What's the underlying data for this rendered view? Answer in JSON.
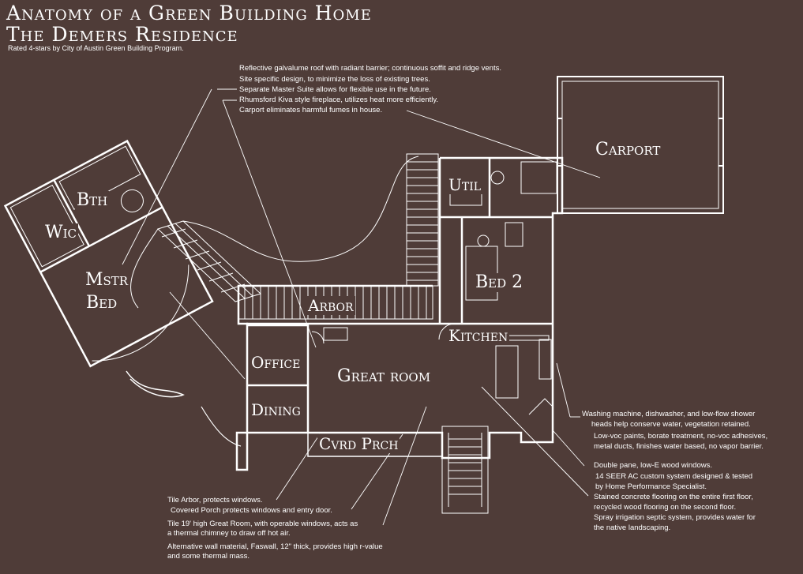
{
  "title_line1": "Anatomy of a Green Building Home",
  "title_line2": "The Demers Residence",
  "subtitle": "Rated 4-stars by City of Austin Green Building Program.",
  "rooms": {
    "carport": "Carport",
    "util": "Util",
    "bth": "Bth",
    "wic": "Wic",
    "mstr": "Mstr",
    "bed": "Bed",
    "bed2": "Bed 2",
    "arbor": "Arbor",
    "kitchen": "Kitchen",
    "office": "Office",
    "great_room": "Great room",
    "dining": "Dining",
    "cvrd_prch": "Cvrd Prch"
  },
  "top_notes": [
    "Reflective galvalume roof with radiant barrier; continuous soffit and ridge vents.",
    "Site specific design, to minimize the loss of existing trees.",
    "Separate Master Suite allows for flexible use in the future.",
    "Rhumsford Kiva style fireplace, utilizes heat more efficiently.",
    "Carport eliminates harmful fumes in house."
  ],
  "bottom_left_notes": [
    "Tile Arbor, protects windows.",
    "Covered Porch protects windows and entry door.",
    "Tile 19' high Great Room, with operable windows, acts as",
    "a thermal chimney to draw off hot air.",
    "Alternative wall material, Faswall, 12\" thick, provides high r-value",
    "and some thermal mass."
  ],
  "right_notes": [
    "Washing machine, dishwasher, and low-flow shower",
    "heads help conserve water, vegetation retained.",
    "Low-voc paints, borate treatment, no-voc adhesives,",
    "metal ducts, finishes water based, no vapor barrier.",
    "Double pane, low-E wood windows.",
    "14 SEER AC custom system designed & tested",
    "by Home Performance Specialist.",
    "Stained concrete flooring on the entire first floor,",
    "recycled wood flooring on the second floor.",
    "Spray irrigation septic system, provides water for",
    "the native landscaping."
  ],
  "colors": {
    "background": "#4f3c38",
    "ink": "#ffffff"
  }
}
